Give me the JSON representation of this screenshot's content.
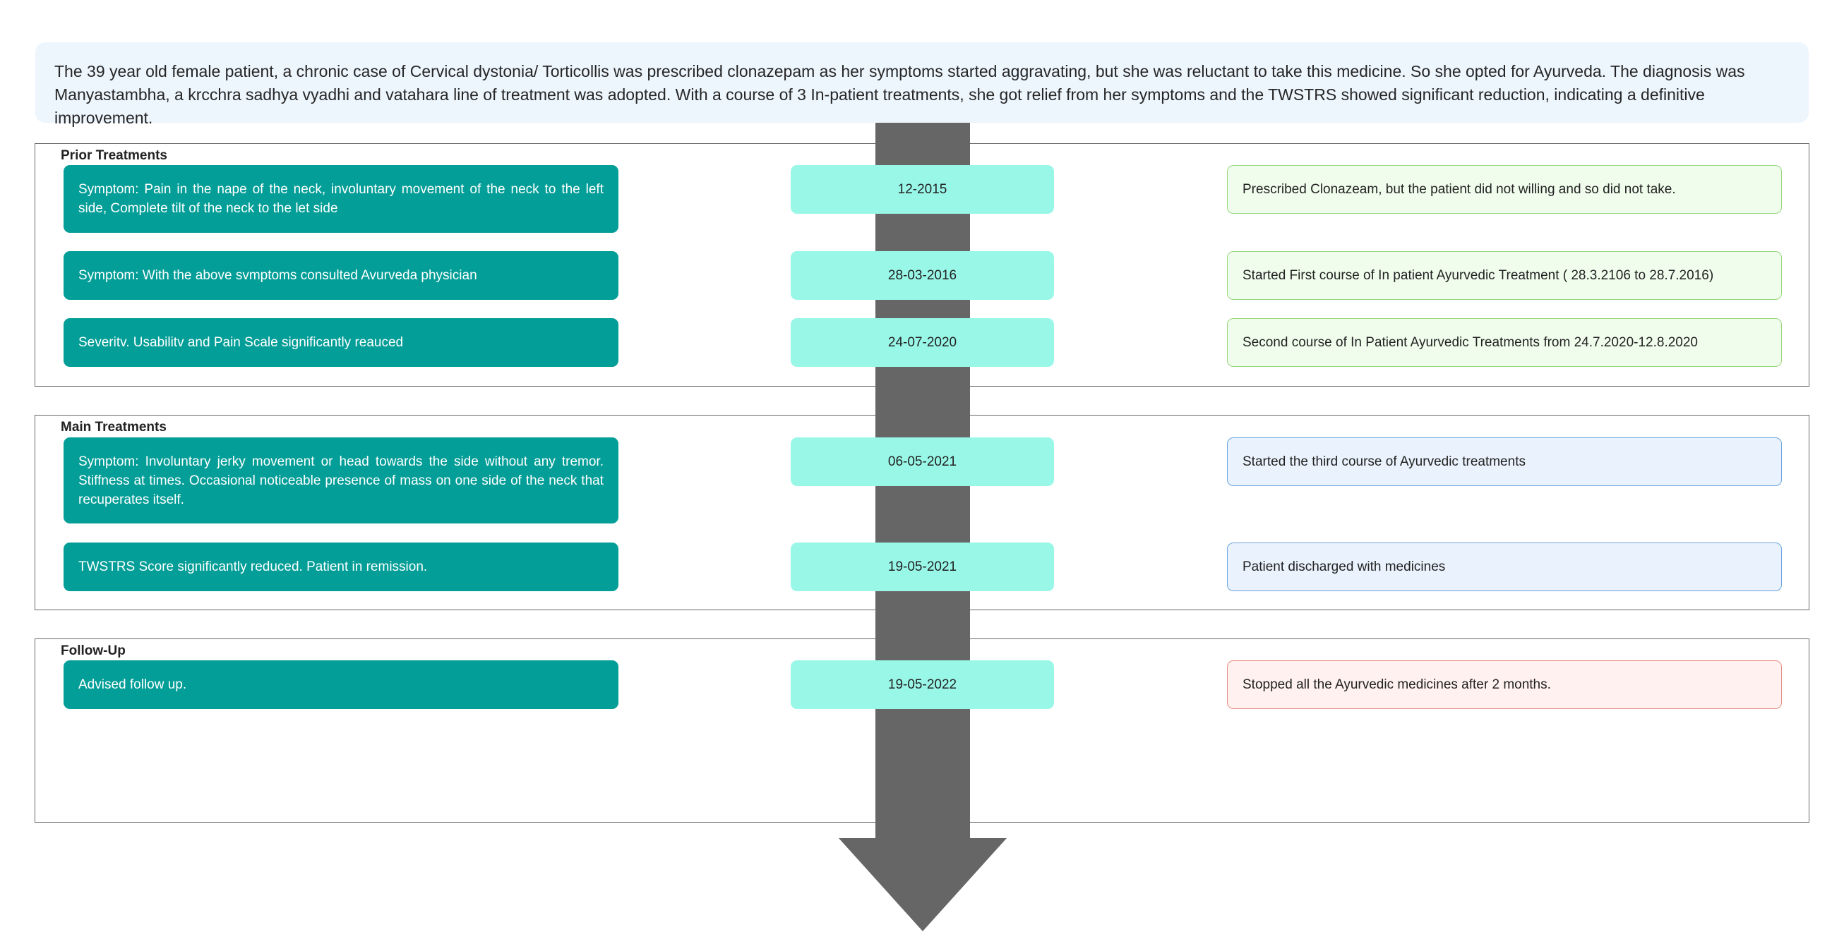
{
  "summary": "The 39 year old female patient, a chronic case of Cervical dystonia/ Torticollis was prescribed clonazepam as her symptoms started aggravating, but she was reluctant to take this medicine. So she opted for Ayurveda. The diagnosis was Manyastambha, a krcchra sadhya vyadhi and vatahara line of treatment was adopted. With a course of 3 In-patient treatments, she got relief from her symptoms and the TWSTRS showed significant reduction, indicating a definitive improvement.",
  "colors": {
    "symptom_box": "#039e97",
    "date_box": "#99f7e8",
    "arrow": "#666666",
    "summary_bg": "#edf5fd",
    "prior_action": "#f0fdec",
    "main_action": "#eaf3fd",
    "followup_action": "#fef1f0"
  },
  "sections": [
    {
      "title": "Prior Treatments",
      "rows": [
        {
          "symptom": "Symptom: Pain in the nape of the neck, involuntary movement of the neck to the left side, Complete tilt of the neck to the let side",
          "date": "12-2015",
          "action": "Prescribed Clonazeam, but the patient did not willing and so did not take."
        },
        {
          "symptom": "Symptom: With the above svmptoms consulted Avurveda physician",
          "date": "28-03-2016",
          "action": "Started First course of In patient Ayurvedic Treatment ( 28.3.2106 to 28.7.2016)"
        },
        {
          "symptom": "Severitv. Usabilitv and Pain Scale significantly reauced",
          "date": "24-07-2020",
          "action": "Second course of In Patient Ayurvedic Treatments from 24.7.2020-12.8.2020"
        }
      ]
    },
    {
      "title": "Main Treatments",
      "rows": [
        {
          "symptom": "Symptom: Involuntary jerky movement or head towards the side without any tremor. Stiffness at times. Occasional noticeable presence of mass on one side of the neck that recuperates itself.",
          "date": "06-05-2021",
          "action": "Started the third course of Ayurvedic treatments"
        },
        {
          "symptom": "TWSTRS Score significantly reduced. Patient in remission.",
          "date": "19-05-2021",
          "action": "Patient discharged with medicines"
        }
      ]
    },
    {
      "title": "Follow-Up",
      "rows": [
        {
          "symptom": "Advised follow up.",
          "date": "19-05-2022",
          "action": "Stopped all the Ayurvedic medicines after 2 months."
        }
      ]
    }
  ]
}
